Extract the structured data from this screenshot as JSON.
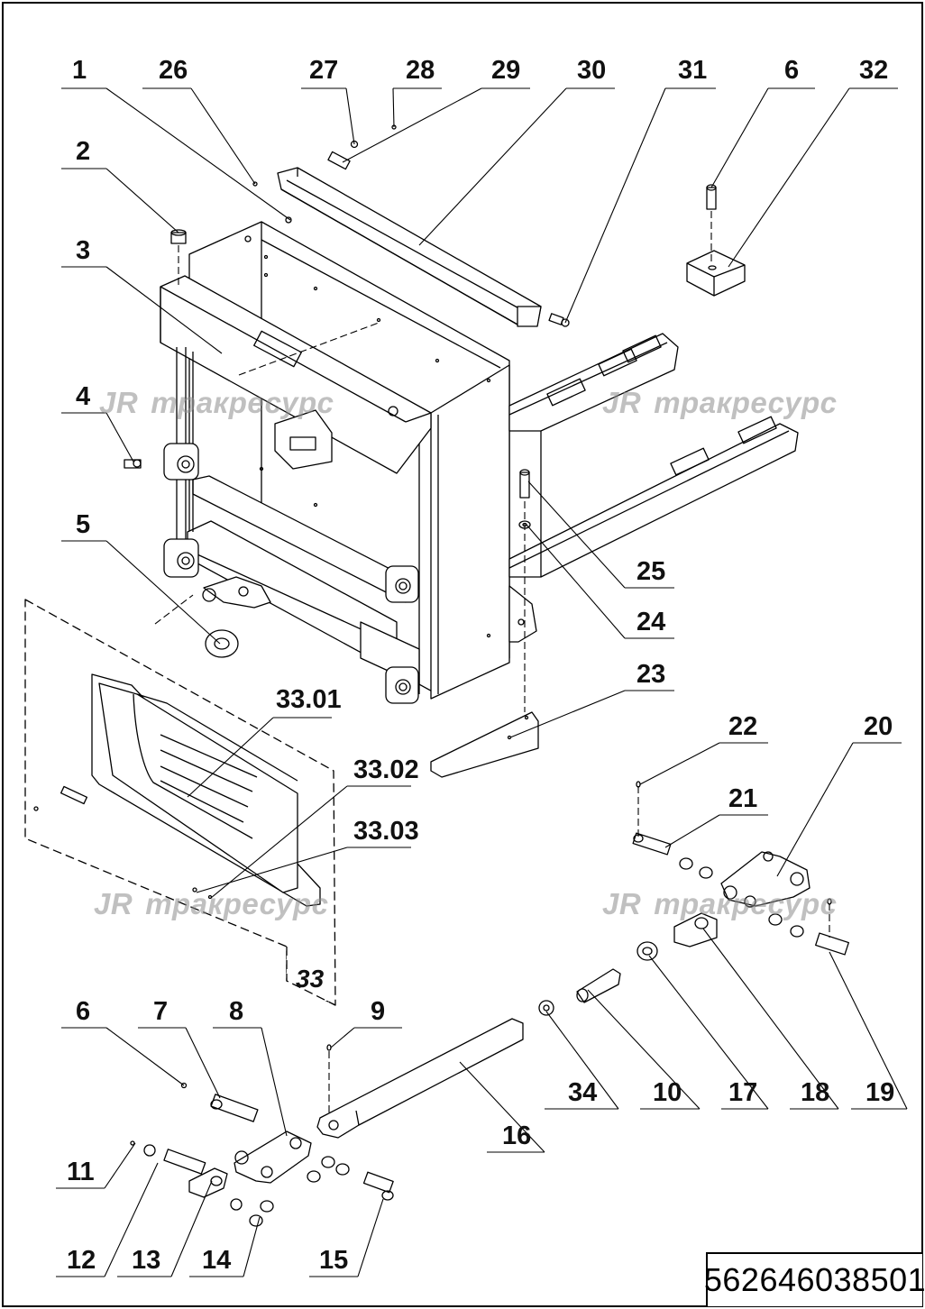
{
  "drawing": {
    "document_number": "562646038501",
    "group_label": "33",
    "watermark_text": "тракресурс",
    "watermark_logo": "JR",
    "callouts": [
      {
        "id": "c1",
        "label": "1"
      },
      {
        "id": "c26",
        "label": "26"
      },
      {
        "id": "c27",
        "label": "27"
      },
      {
        "id": "c28",
        "label": "28"
      },
      {
        "id": "c29",
        "label": "29"
      },
      {
        "id": "c30",
        "label": "30"
      },
      {
        "id": "c31",
        "label": "31"
      },
      {
        "id": "c6a",
        "label": "6"
      },
      {
        "id": "c32",
        "label": "32"
      },
      {
        "id": "c2",
        "label": "2"
      },
      {
        "id": "c3",
        "label": "3"
      },
      {
        "id": "c4",
        "label": "4"
      },
      {
        "id": "c5",
        "label": "5"
      },
      {
        "id": "c25",
        "label": "25"
      },
      {
        "id": "c24",
        "label": "24"
      },
      {
        "id": "c23",
        "label": "23"
      },
      {
        "id": "c3301",
        "label": "33.01"
      },
      {
        "id": "c3302",
        "label": "33.02"
      },
      {
        "id": "c3303",
        "label": "33.03"
      },
      {
        "id": "c22",
        "label": "22"
      },
      {
        "id": "c20",
        "label": "20"
      },
      {
        "id": "c21",
        "label": "21"
      },
      {
        "id": "c6b",
        "label": "6"
      },
      {
        "id": "c7",
        "label": "7"
      },
      {
        "id": "c8",
        "label": "8"
      },
      {
        "id": "c9",
        "label": "9"
      },
      {
        "id": "c34",
        "label": "34"
      },
      {
        "id": "c10",
        "label": "10"
      },
      {
        "id": "c17",
        "label": "17"
      },
      {
        "id": "c18",
        "label": "18"
      },
      {
        "id": "c19",
        "label": "19"
      },
      {
        "id": "c16",
        "label": "16"
      },
      {
        "id": "c11",
        "label": "11"
      },
      {
        "id": "c12",
        "label": "12"
      },
      {
        "id": "c13",
        "label": "13"
      },
      {
        "id": "c14",
        "label": "14"
      },
      {
        "id": "c15",
        "label": "15"
      }
    ]
  }
}
